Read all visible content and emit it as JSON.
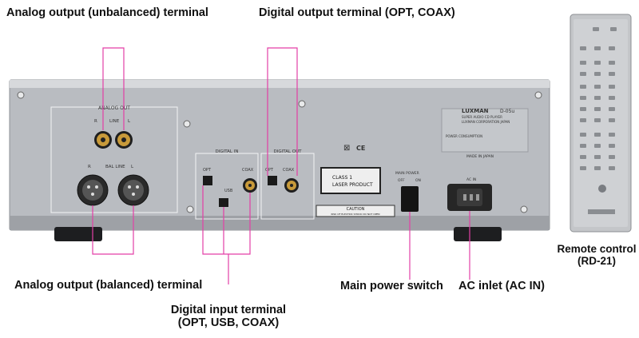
{
  "callouts": {
    "analog_unbalanced": "Analog output (unbalanced) terminal",
    "digital_output": "Digital output terminal (OPT, COAX)",
    "analog_balanced": "Analog output (balanced) terminal",
    "digital_input_line1": "Digital input terminal",
    "digital_input_line2": "(OPT, USB, COAX)",
    "main_power": "Main power switch",
    "ac_inlet": "AC inlet (AC IN)",
    "remote_line1": "Remote control",
    "remote_line2": "(RD-21)"
  },
  "panel": {
    "analog_out": "ANALOG OUT",
    "r": "R",
    "line": "LINE",
    "l": "L",
    "bal_line": "BAL LINE",
    "digital_in": "DIGITAL IN",
    "digital_out": "DIGITAL OUT",
    "opt": "OPT",
    "coax": "COAX",
    "usb": "USB",
    "brand": "LUXMAN",
    "model": "D-05u",
    "subtitle": "SUPER AUDIO CD PLAYER",
    "company": "LUXMAN CORPORATION JAPAN",
    "power_consumption": "POWER CONSUMPTION",
    "made_in": "MADE IN JAPAN",
    "class1_line1": "CLASS 1",
    "class1_line2": "LASER PRODUCT",
    "main_power": "MAIN POWER",
    "off": "OFF",
    "on": "ON",
    "ac_in": "AC IN",
    "caution": "CAUTION",
    "caution_sub": "RISK OF ELECTRIC SHOCK DO NOT OPEN"
  },
  "colors": {
    "callout_line": "#e33fa6",
    "chassis": "#b9bcc1",
    "chassis_dark": "#7d8086",
    "panel_line": "#f3f4f5"
  }
}
